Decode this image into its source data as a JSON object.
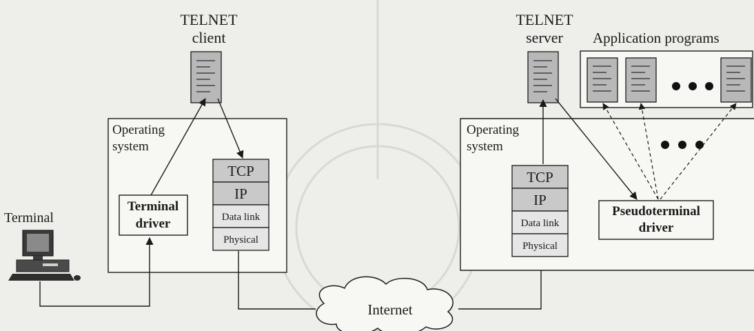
{
  "client": {
    "title_line1": "TELNET",
    "title_line2": "client",
    "os_line1": "Operating",
    "os_line2": "system",
    "driver_line1": "Terminal",
    "driver_line2": "driver",
    "stack": [
      "TCP",
      "IP",
      "Data link",
      "Physical"
    ]
  },
  "terminal_label": "Terminal",
  "internet_label": "Internet",
  "server": {
    "title_line1": "TELNET",
    "title_line2": "server",
    "os_line1": "Operating",
    "os_line2": "system",
    "stack": [
      "TCP",
      "IP",
      "Data link",
      "Physical"
    ],
    "apps_label": "Application programs",
    "pseudo_line1": "Pseudoterminal",
    "pseudo_line2": "driver"
  },
  "colors": {
    "background": "#eeeeea",
    "ink": "#1a1a1a",
    "layer_fill": "#c9c9c9",
    "doc_fill": "#b8b8b8"
  }
}
